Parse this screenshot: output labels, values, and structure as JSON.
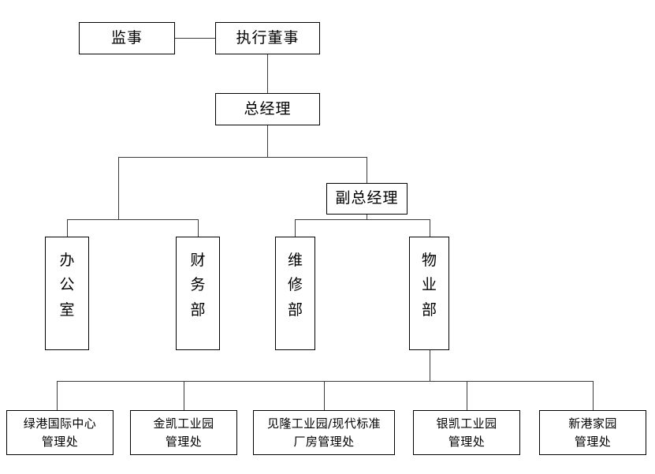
{
  "chart": {
    "type": "org-chart",
    "title": "",
    "background_color": "#ffffff",
    "line_color": "#3a3a3a",
    "box_border_color": "#000000",
    "text_color": "#000000"
  },
  "nodes": {
    "supervisor": {
      "label": "监事",
      "level": 0,
      "orientation": "horizontal"
    },
    "executive_director": {
      "label": "执行董事",
      "level": 0,
      "orientation": "horizontal"
    },
    "general_manager": {
      "label": "总经理",
      "level": 1,
      "orientation": "horizontal"
    },
    "deputy_general_manager": {
      "label": "副总经理",
      "level": 2,
      "orientation": "horizontal"
    },
    "office": {
      "label": "办公室",
      "level": 3,
      "orientation": "vertical"
    },
    "finance_dept": {
      "label": "财务部",
      "level": 3,
      "orientation": "vertical"
    },
    "maintenance_dept": {
      "label": "维修部",
      "level": 3,
      "orientation": "vertical"
    },
    "property_dept": {
      "label": "物业部",
      "level": 3,
      "orientation": "vertical"
    }
  },
  "management_offices": [
    {
      "line1": "绿港国际中心",
      "line2": "管理处"
    },
    {
      "line1": "金凯工业园",
      "line2": "管理处"
    },
    {
      "line1": "见隆工业园/现代标准",
      "line2": "厂房管理处"
    },
    {
      "line1": "银凯工业园",
      "line2": "管理处"
    },
    {
      "line1": "新港家园",
      "line2": "管理处"
    }
  ]
}
